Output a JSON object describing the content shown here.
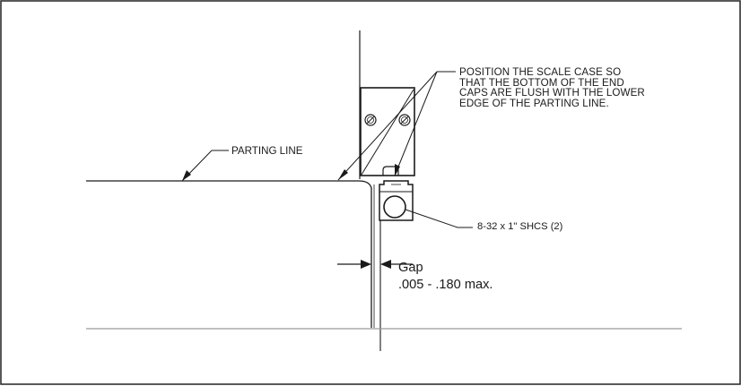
{
  "notes": {
    "position": [
      "POSITION THE SCALE CASE SO",
      "THAT THE BOTTOM OF THE END",
      "CAPS ARE FLUSH WITH THE LOWER",
      "EDGE OF THE PARTING LINE."
    ],
    "parting_line": "PARTING LINE",
    "fastener": "8-32 x 1\" SHCS (2)",
    "gap_title": "Gap",
    "gap_range": ".005 - .180 max."
  },
  "colors": {
    "line": "#1a1a1a",
    "light_line": "#9a9a9a",
    "border": "#222222",
    "background": "#ffffff"
  }
}
